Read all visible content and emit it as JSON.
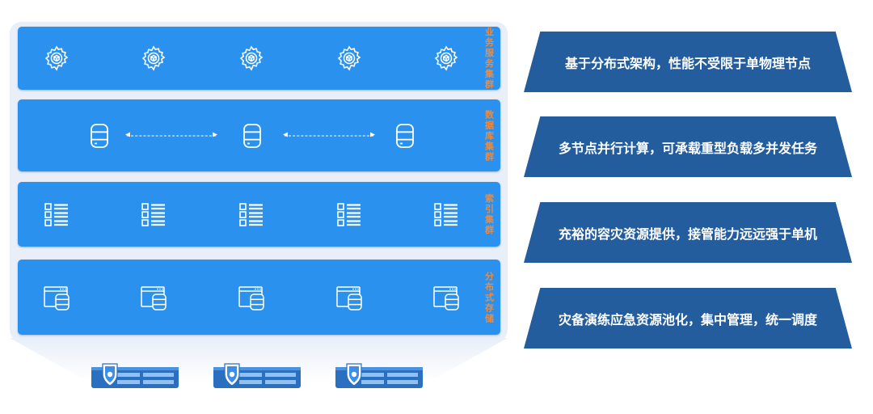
{
  "layers": [
    {
      "label": [
        "业",
        "务",
        "服",
        "务",
        "集",
        "群"
      ],
      "icon": "gear-icon"
    },
    {
      "label": [
        "数",
        "据",
        "库",
        "集",
        "群"
      ],
      "icon": "database-icon"
    },
    {
      "label": [
        "索",
        "引",
        "集",
        "群"
      ],
      "icon": "index-list-icon"
    },
    {
      "label": [
        "分",
        "布",
        "式",
        "存",
        "储"
      ],
      "icon": "window-storage-icon"
    }
  ],
  "features": [
    "基于分布式架构，性能不受限于单物理节点",
    "多节点并行计算，可承载重型负载多并发任务",
    "充裕的容灾资源提供，接管能力远远强于单机",
    "灾备演练应急资源池化，集中管理，统一调度"
  ],
  "colors": {
    "layer": "#2a92ee",
    "label": "#f08a3c",
    "feature": "#245d9e",
    "panel": "#e8eff9"
  },
  "servers": {
    "count": 3,
    "icon": "shield-cloud-server-icon"
  }
}
